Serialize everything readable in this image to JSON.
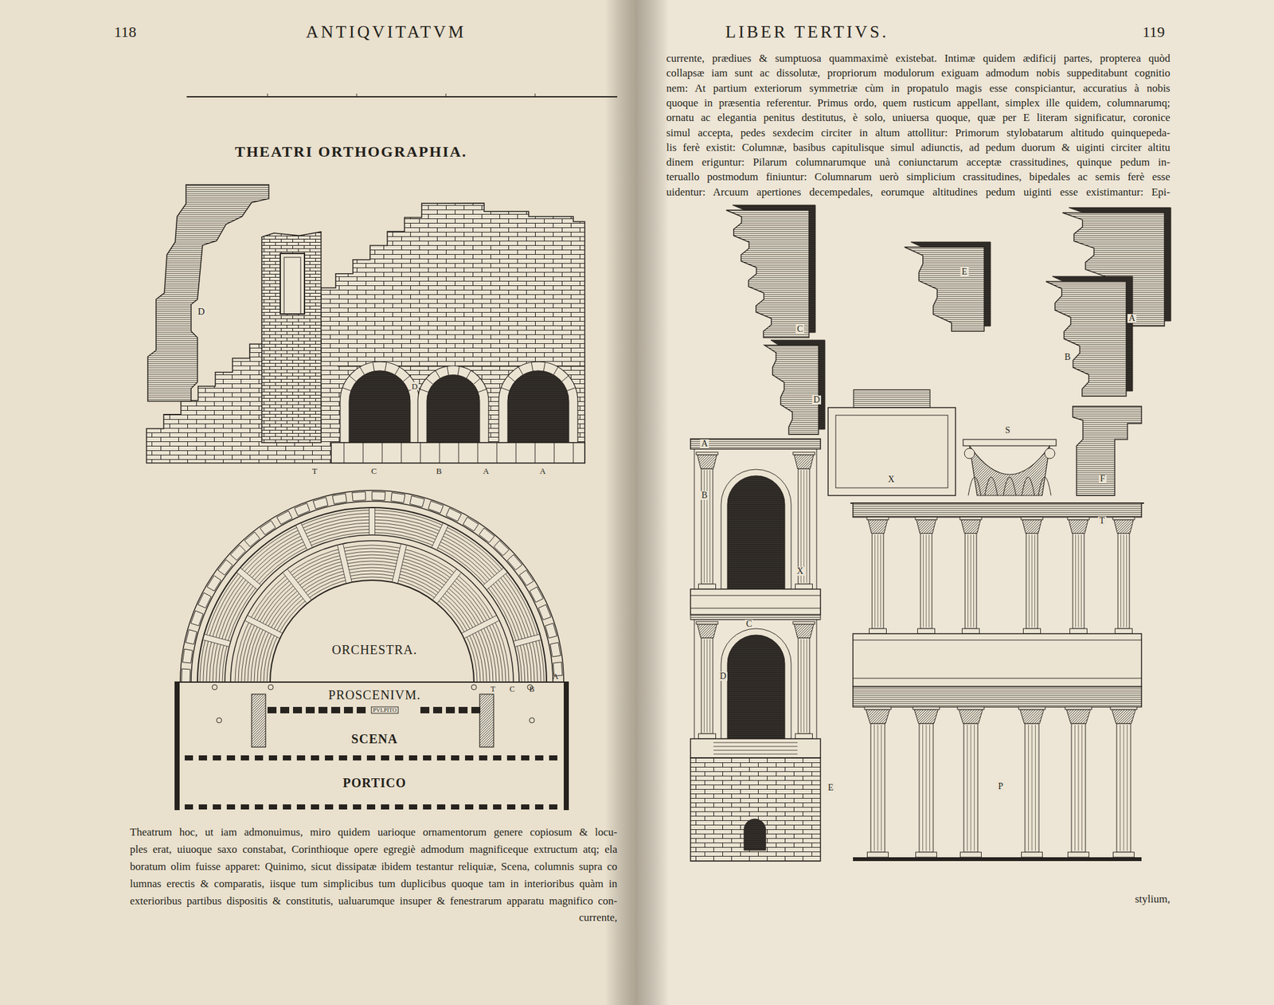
{
  "diagram": {
    "title": "THEATRI ORTHOGRAPHIA.",
    "labels": [
      "118",
      "ANTIQVITATVM",
      "LIBER TERTIVS.",
      "119",
      "D",
      "D",
      "T",
      "C",
      "B",
      "A",
      "A",
      "ORCHESTRA.",
      "PROSCENIVM.",
      "SCENA",
      "PORTICO",
      "PVLPITO",
      "T",
      "C",
      "B",
      "A",
      "Theatrum hoc, ut iam admonuimus, miro quidem uarioque ornamentorum genere copiosum & locu-",
      "ples erat, uiuoque saxo constabat, Corinthioque opere egregiè admodum magnificeque extructum atq; ela",
      "boratum olim fuisse apparet: Quinimo, sicut dissipatæ ibidem testantur reliquiæ, Scena, columnis supra co",
      "lumnas erectis & comparatis, iisque tum simplicibus tum duplicibus quoque tam in interioribus quàm in",
      "exterioribus partibus dispositis & constitutis, ualuarumque insuper & fenestrarum apparatu magnifico con-",
      "currente,",
      "currente, prædiues & sumptuosa quammaximè existebat. Intimæ quidem ædificij partes, propterea quòd",
      "collapsæ iam sunt ac dissolutæ, propriorum modulorum exiguam admodum nobis suppeditabunt cognitio",
      "nem: At partium exteriorum symmetriæ cùm in propatulo magis esse conspiciantur, accuratius à nobis",
      "quoque in præsentia referentur. Primus ordo, quem rusticum appellant, simplex ille quidem, columnarumq;",
      "ornatu ac elegantia penitus destitutus, è solo, uniuersa quoque, quæ per E literam significatur, coronice",
      "simul accepta, pedes sexdecim circiter in altum attollitur: Primorum stylobatarum altitudo quinquepeda-",
      "lis ferè existit: Columnæ, basibus capitulisque simul adiunctis, ad pedum duorum & uiginti circiter altitu",
      "dinem eriguntur: Pilarum columnarumque unà coniunctarum acceptæ crassitudines, quinque pedum in-",
      "teruallo postmodum finiuntur: Columnarum uerò simplicium crassitudines, bipedales ac semis ferè esse",
      "uidentur: Arcuum apertiones decempedales, eorumque altitudines pedum uiginti esse existimantur: Epi-",
      "C",
      "D",
      "E",
      "A",
      "B",
      "S",
      "X",
      "F",
      "T",
      "A",
      "B",
      "X",
      "C",
      "D",
      "E",
      "P",
      "stylium,"
    ]
  }
}
